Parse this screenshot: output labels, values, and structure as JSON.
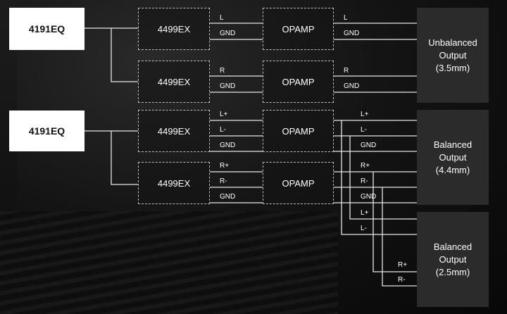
{
  "chips": [
    "4191EQ",
    "4191EQ"
  ],
  "dac": [
    "4499EX",
    "4499EX",
    "4499EX",
    "4499EX"
  ],
  "opamp": [
    "OPAMP",
    "OPAMP",
    "OPAMP",
    "OPAMP"
  ],
  "outputs": [
    "Unbalanced\nOutput\n(3.5mm)",
    "Balanced\nOutput\n(4.4mm)",
    "Balanced\nOutput\n(2.5mm)"
  ],
  "dac_labels": [
    "L",
    "GND",
    "R",
    "GND",
    "L+",
    "L-",
    "GND",
    "R+",
    "R-",
    "GND"
  ],
  "opamp_labels": [
    "L",
    "GND",
    "R",
    "GND"
  ],
  "bal_labels": [
    "L+",
    "L-",
    "GND",
    "R+",
    "R-",
    "GND",
    "L+",
    "L-",
    "R+",
    "R-"
  ]
}
